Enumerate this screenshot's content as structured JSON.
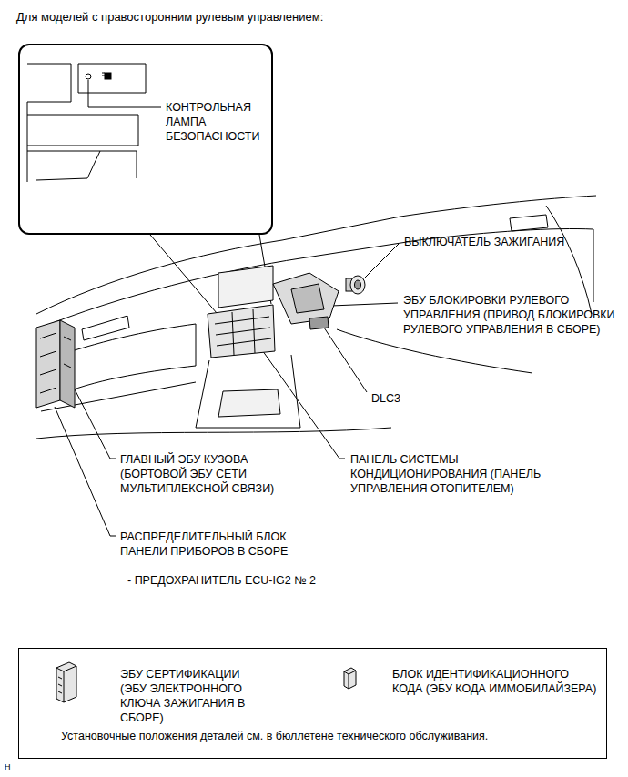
{
  "diagram": {
    "title": "Для моделей с правосторонним рулевым управлением:",
    "nodes": [
      {
        "text": [
          "КОНТРОЛЬНАЯ ЛАМПА БЕЗОПАСНОСТИ"
        ]
      },
      {
        "text": [
          "ЭБУ СЕРТИФИКАЦИИ (ЭБУ ЭЛЕКТРОННОГО КЛЮЧА ЗАЖИГАНИЯ В СБОРЕ)",
          "БЛОК ИДЕНТИФИКАЦИОННОГО КОДА (ЭБУ КОДА ИММОБИЛАЙЗЕРА)",
          "Установочные положения деталей см. в бюллетене технического обслуживания."
        ]
      }
    ],
    "labels": [
      "ВЫКЛЮЧАТЕЛЬ ЗАЖИГАНИЯ",
      "ЭБУ БЛОКИРОВКИ РУЛЕВОГО УПРАВЛЕНИЯ (ПРИВОД БЛОКИРОВКИ РУЛЕВОГО УПРАВЛЕНИЯ В СБОРЕ)",
      "DLC3",
      "ГЛАВНЫЙ ЭБУ КУЗОВА (БОРТОВОЙ ЭБУ СЕТИ МУЛЬТИПЛЕКСНОЙ СВЯЗИ)",
      "ПАНЕЛЬ СИСТЕМЫ КОНДИЦИОНИРОВАНИЯ (ПАНЕЛЬ УПРАВЛЕНИЯ ОТОПИТЕЛЕМ)",
      "РАСПРЕДЕЛИТЕЛЬНЫЙ БЛОК ПАНЕЛИ ПРИБОРОВ В СБОРЕ",
      "- ПРЕДОХРАНИТЕЛЬ ECU-IG2 № 2",
      "H"
    ]
  }
}
